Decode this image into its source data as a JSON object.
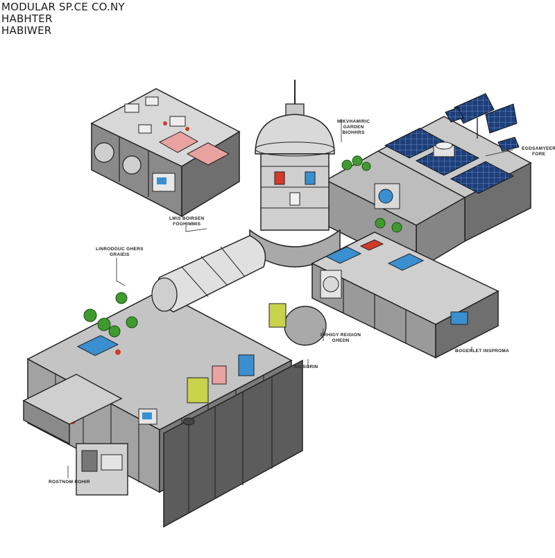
{
  "title": {
    "lines": [
      "MODULAR SP.CE CO.NY",
      "HABHTER",
      "HABIWER"
    ]
  },
  "callouts": [
    {
      "name": "callout-top-right",
      "lines": [
        "MIKVHAMIRIC",
        "GARDEN",
        "BIOHHRS"
      ]
    },
    {
      "name": "callout-right",
      "lines": [
        "EGDSAMYEER",
        "FORE"
      ]
    },
    {
      "name": "callout-mid-left",
      "lines": [
        "LMIS BOIRSEN",
        "FOOHIMMIS"
      ]
    },
    {
      "name": "callout-left",
      "lines": [
        "LINRODOUC GHERS",
        "GRAIEIS"
      ]
    },
    {
      "name": "callout-center-right",
      "lines": [
        "ERHIGY REIGION",
        "GHEDN"
      ]
    },
    {
      "name": "callout-center-bottom",
      "lines": [
        "AGISORIN"
      ]
    },
    {
      "name": "callout-bottom-right",
      "lines": [
        "BOGERLET INSPROMA"
      ]
    },
    {
      "name": "callout-bottom-left",
      "lines": [
        "ROSTNOM ROHIR"
      ]
    }
  ],
  "colors": {
    "hull": "#9e9e9e",
    "hull_light": "#d6d6d6",
    "hull_dark": "#5c5c5c",
    "solar": "#1e3f7a",
    "plants": "#3f9a2f",
    "accent_red": "#d23a2a",
    "accent_blue": "#3a8fd0",
    "accent_yellow": "#c8d24a",
    "accent_pink": "#e8a3a0"
  }
}
